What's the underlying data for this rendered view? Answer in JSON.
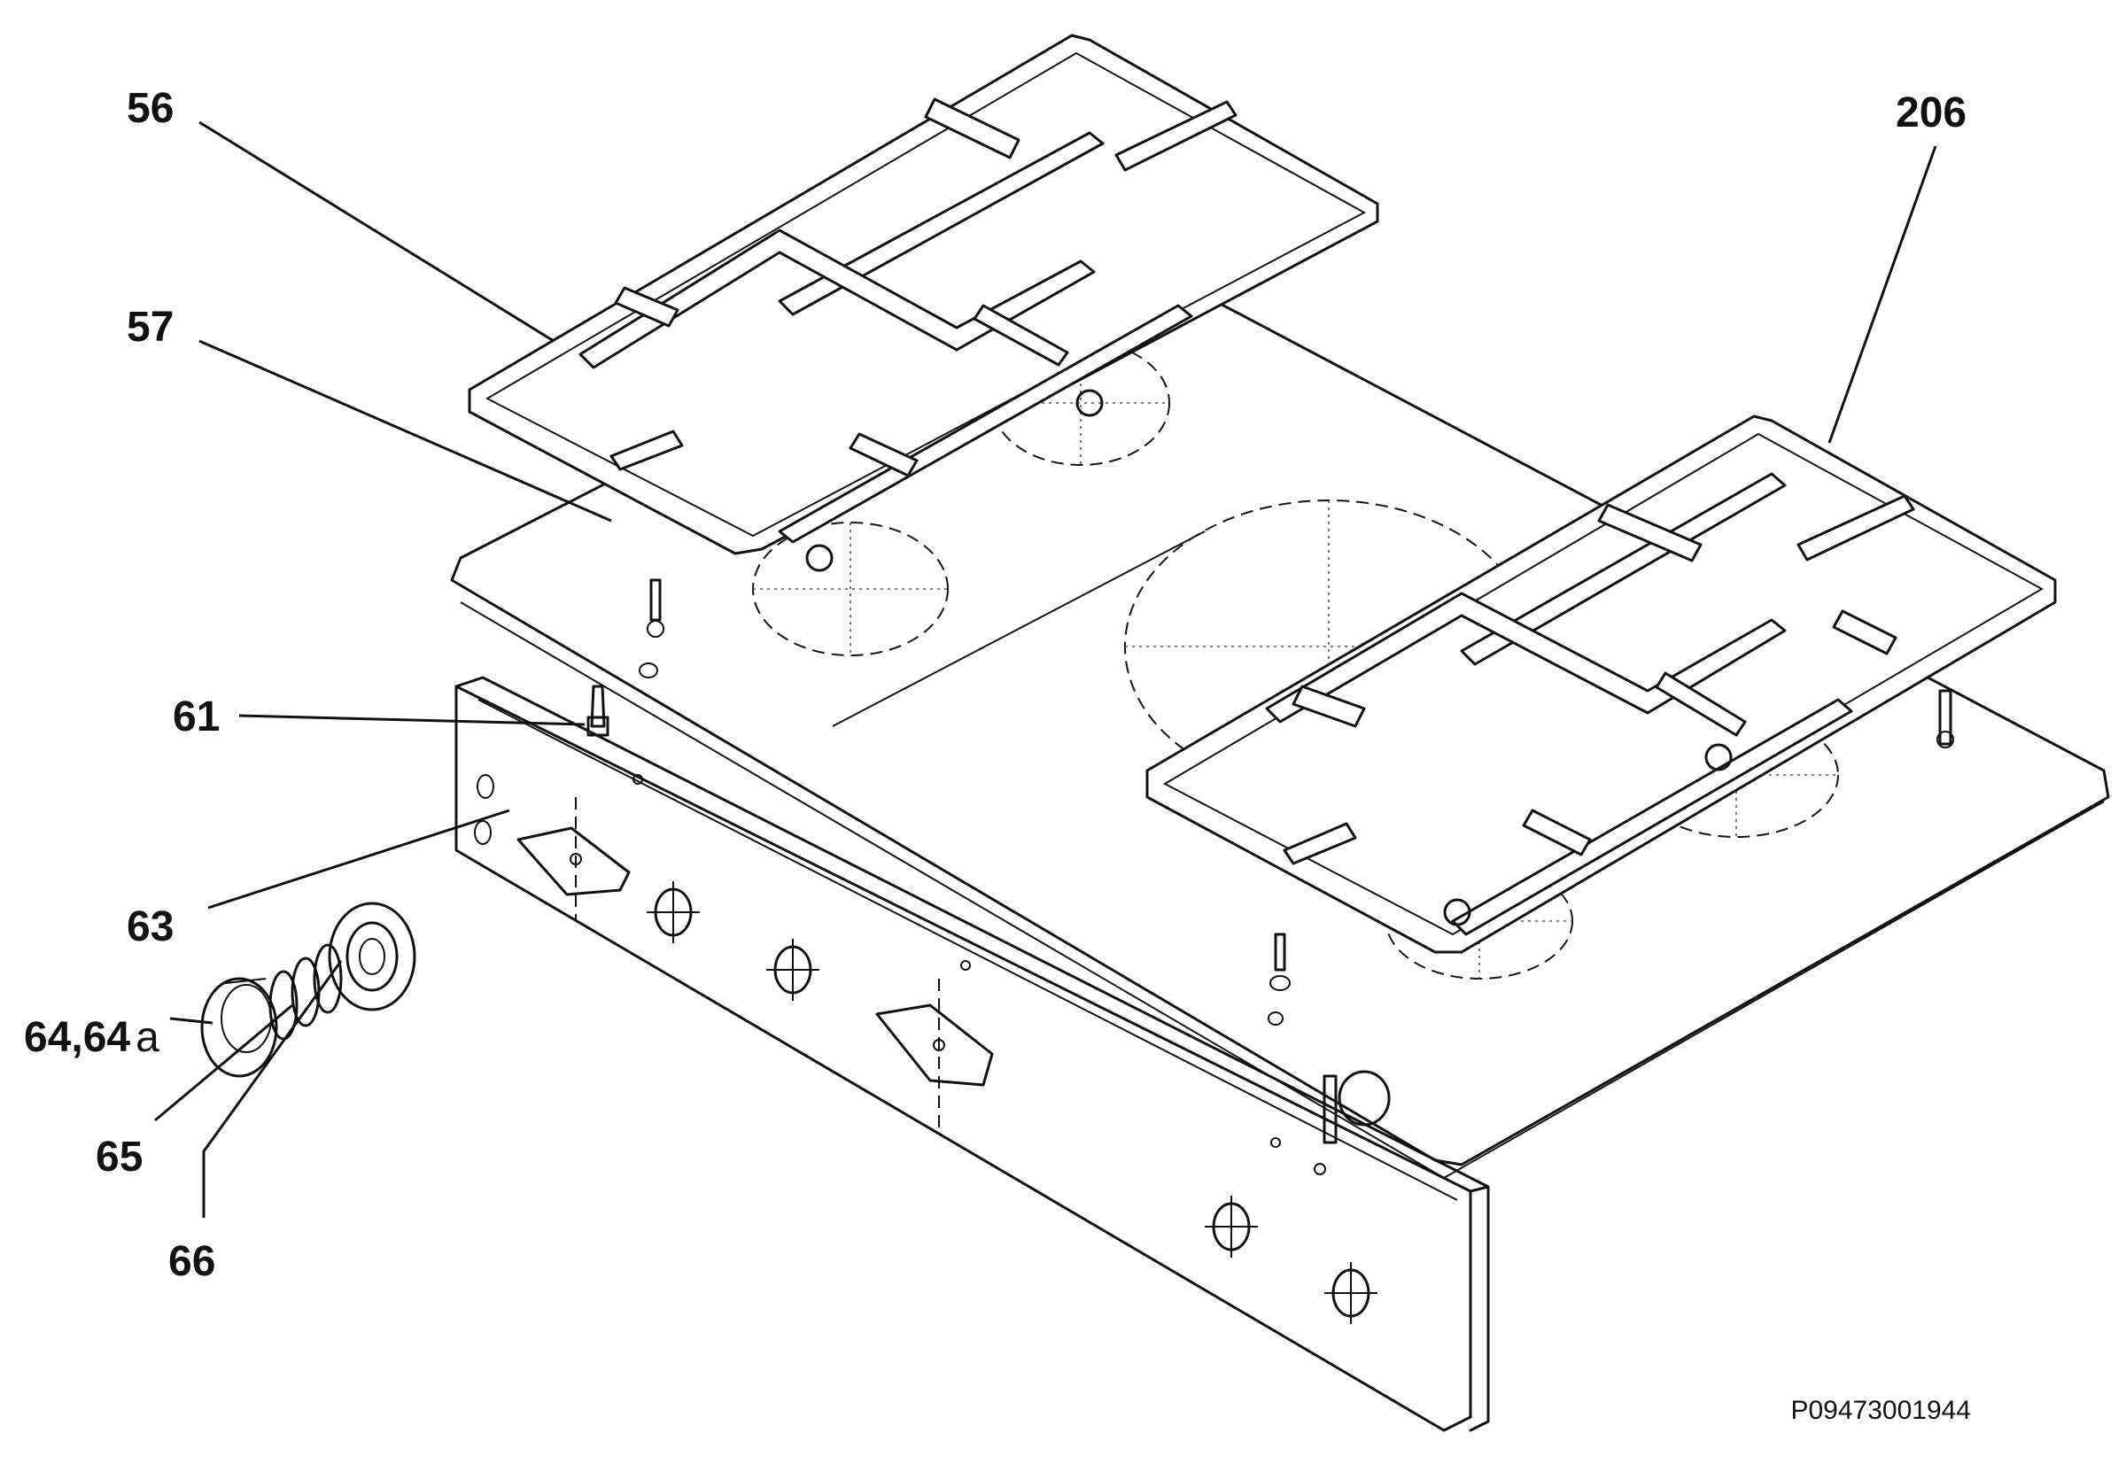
{
  "diagram": {
    "labels": {
      "p56": "56",
      "p57": "57",
      "p61": "61",
      "p63": "63",
      "p64": "64,64",
      "p64_suffix": "a",
      "p65": "65",
      "p66": "66",
      "p206": "206"
    },
    "drawing_code": "P09473001944"
  }
}
